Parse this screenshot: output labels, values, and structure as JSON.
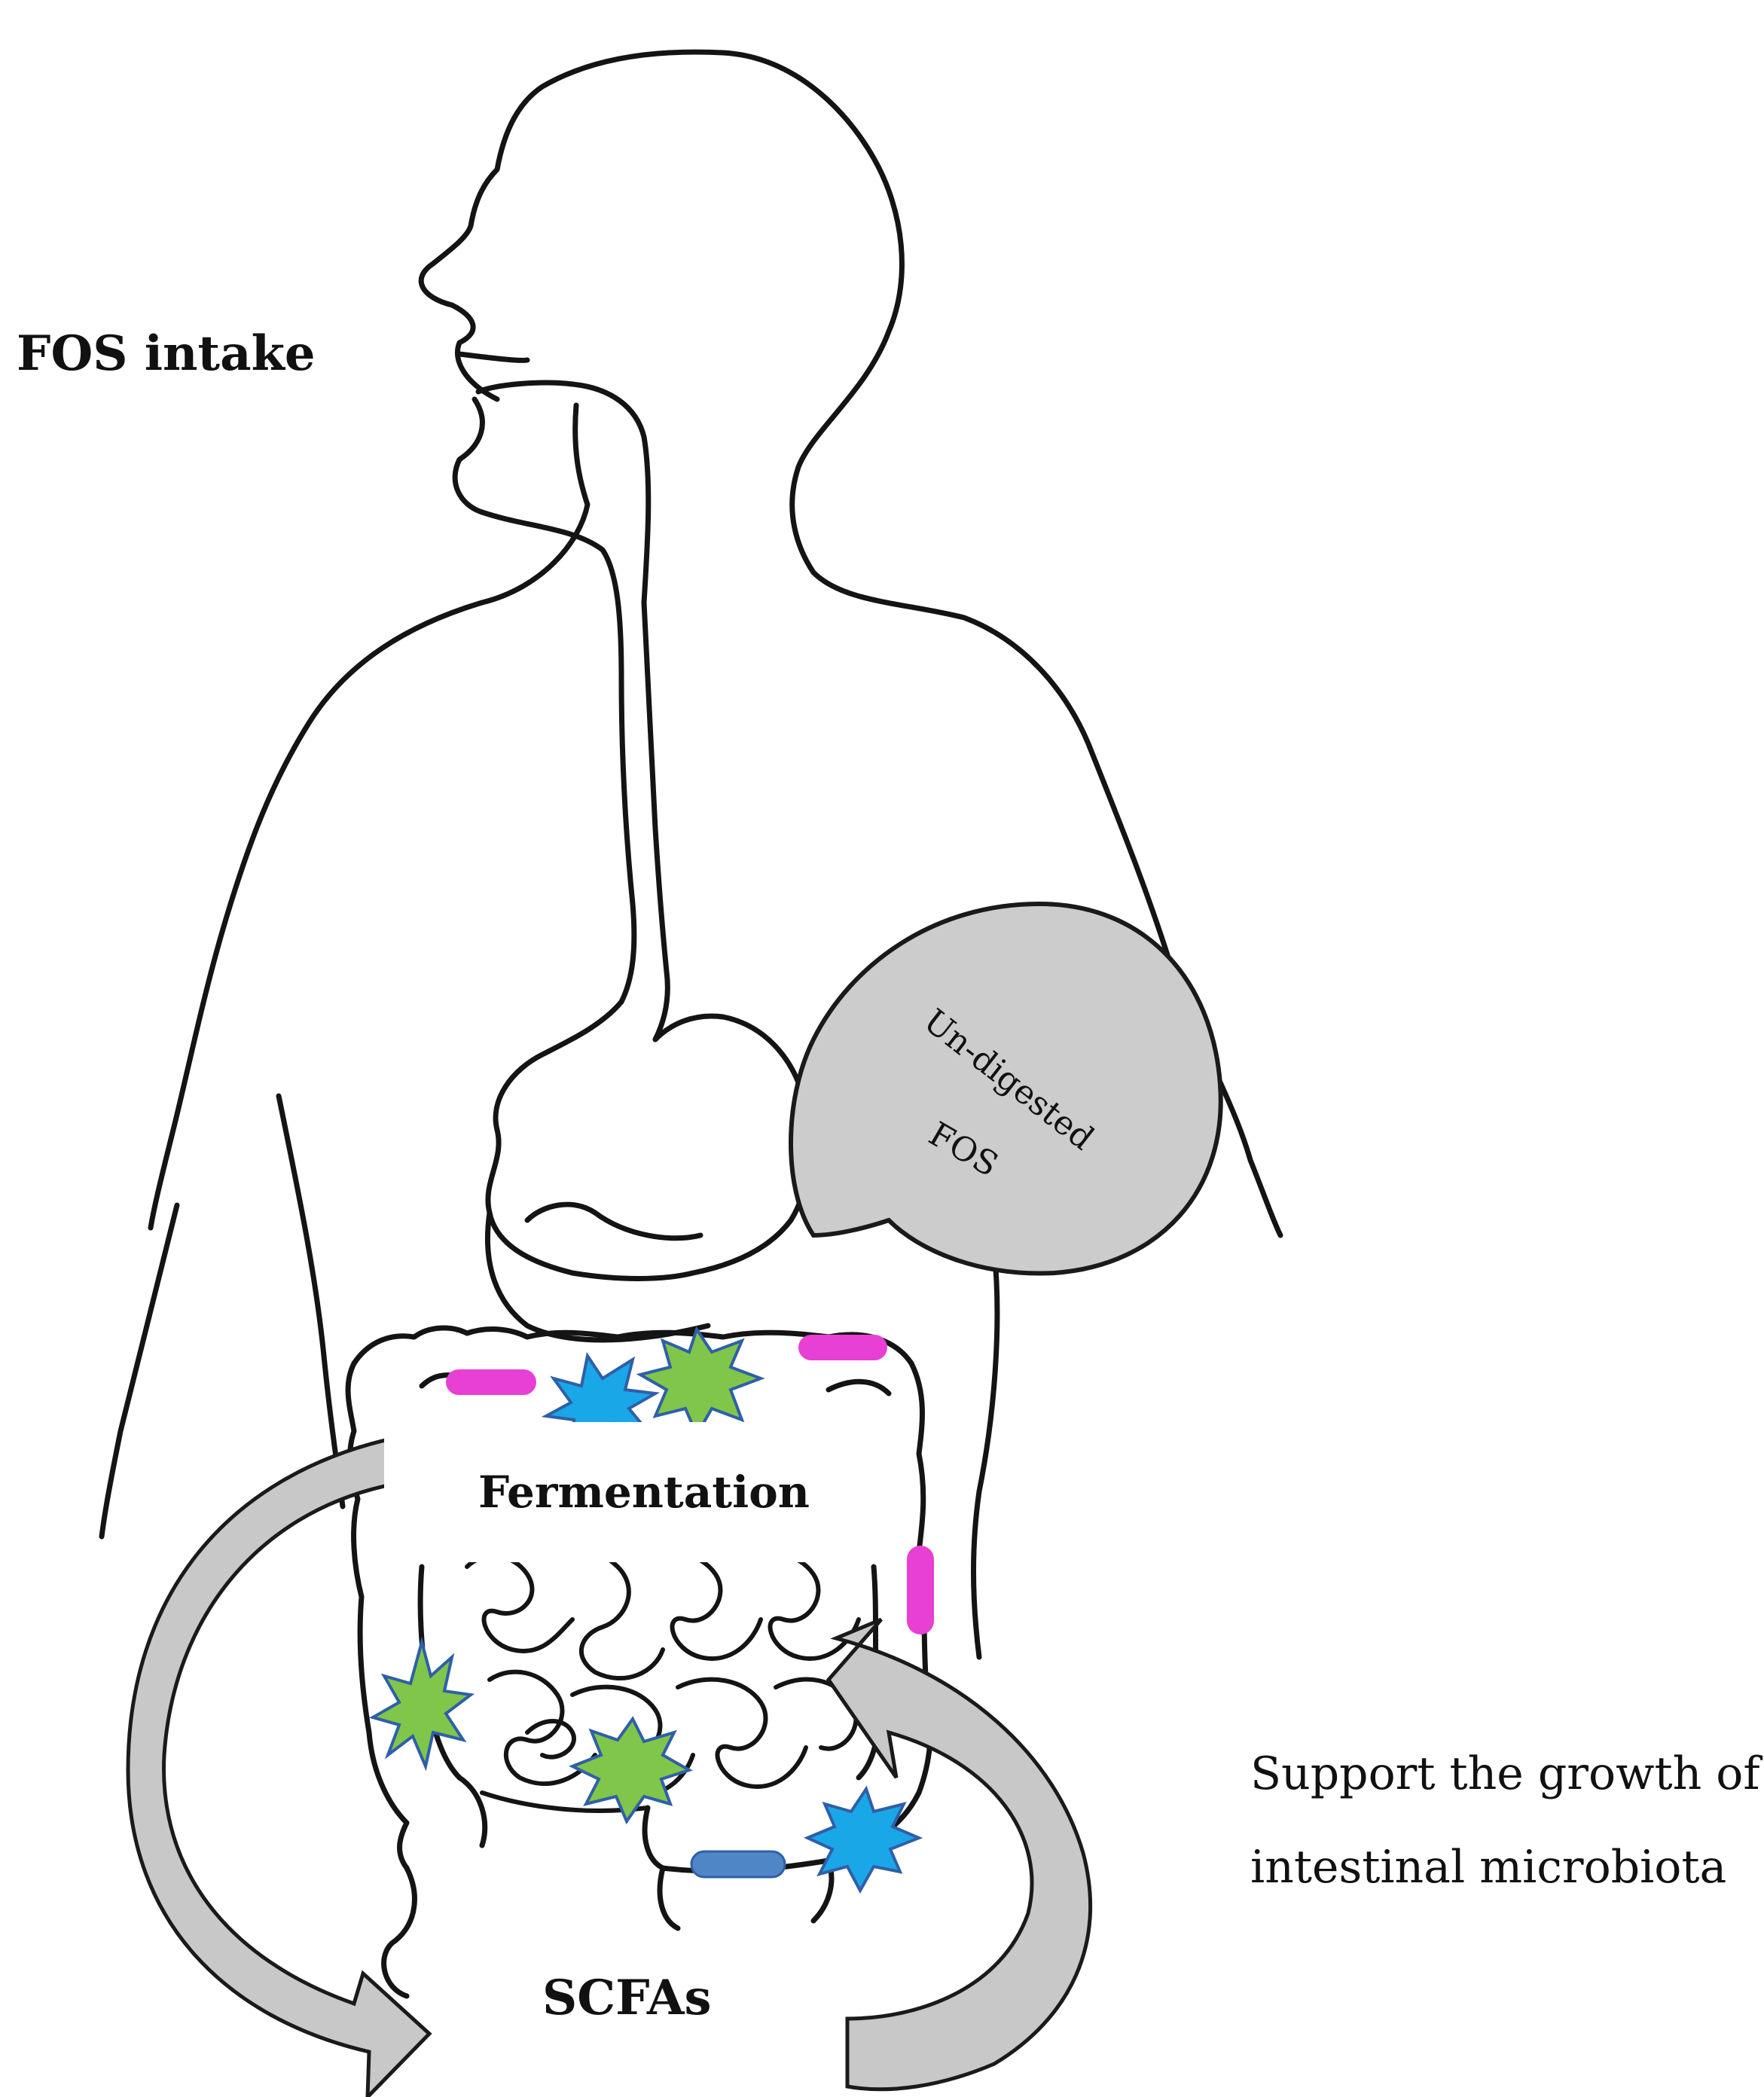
{
  "labels": {
    "fos_intake": "FOS intake",
    "undigested_line1": "Un-digested",
    "undigested_line2": "FOS",
    "fermentation": "Fermentation",
    "scfas": "SCFAs",
    "support_line1": "Support the growth of",
    "support_line2": "intestinal microbiota"
  },
  "colors": {
    "outline": "#141414",
    "bubble_fill": "#cccccc",
    "arrow_fill": "#c8c8c8",
    "pink_bacteria": "#e83fd4",
    "blue_bacteria": "#4f86c6",
    "blue_burst": "#1aa7e8",
    "green_burst": "#7fc64a",
    "burst_outline": "#2f5fa8"
  },
  "icons": [
    "pink-rod-bacterium-icon",
    "blue-rod-bacterium-icon",
    "blue-starburst-icon",
    "green-starburst-icon"
  ]
}
